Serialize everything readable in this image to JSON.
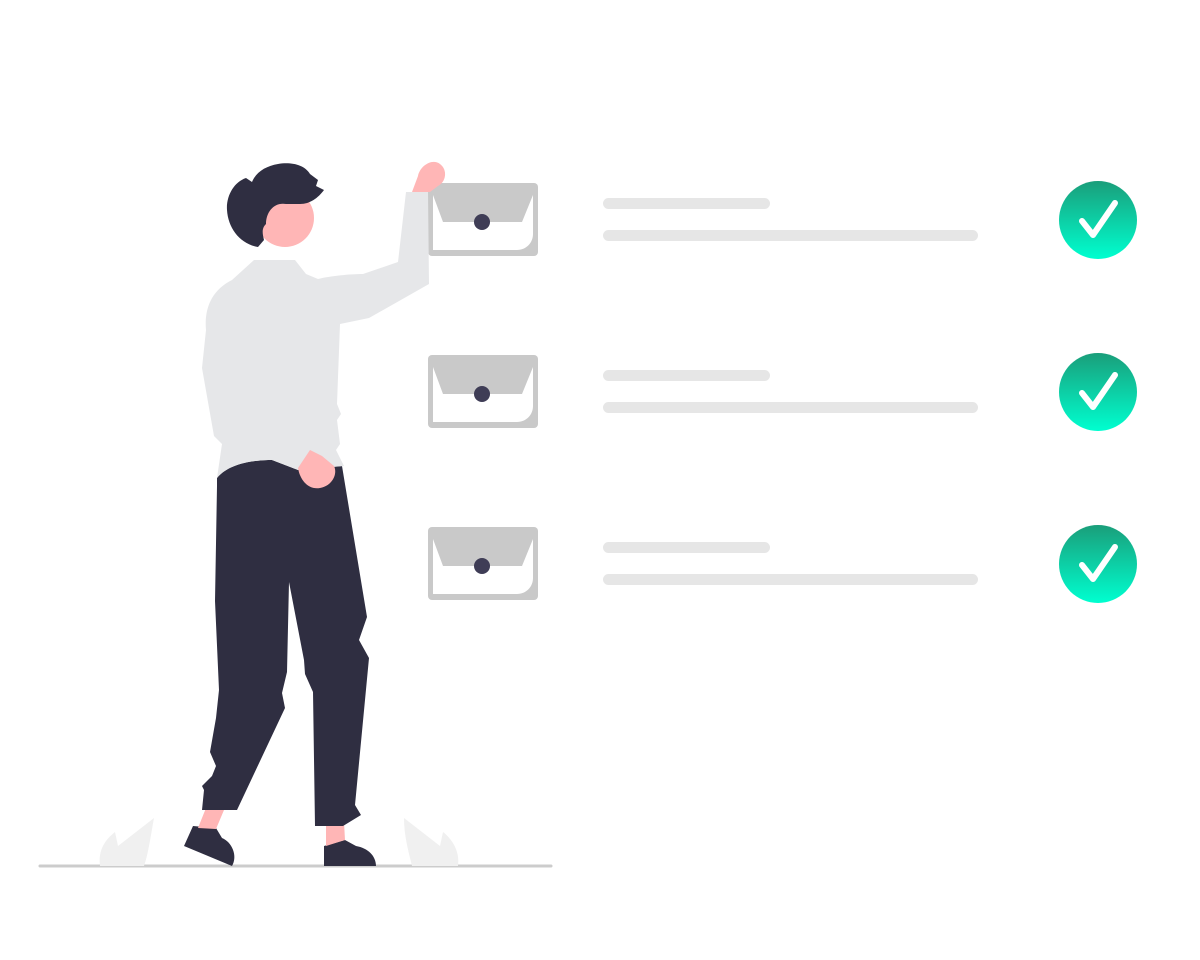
{
  "colors": {
    "skin": "#ffb6b6",
    "hair": "#2f2e41",
    "pants": "#2f2e41",
    "shirt": "#e6e7e9",
    "drawer_frame": "#c9c9c9",
    "drawer_face": "#ffffff",
    "drawer_knob": "#3f3d56",
    "text_line": "#e6e6e6",
    "ground_line": "#cccccc",
    "plant": "#f0f0f0",
    "check_gradient_start": "#1a9e7a",
    "check_gradient_end": "#00ffd0",
    "check_mark": "#ffffff"
  },
  "checklist": {
    "items": [
      {
        "id": "item-1",
        "completed": true,
        "drawer_icon": "drawer-icon",
        "status_icon": "check-circle-icon"
      },
      {
        "id": "item-2",
        "completed": true,
        "drawer_icon": "drawer-icon",
        "status_icon": "check-circle-icon"
      },
      {
        "id": "item-3",
        "completed": true,
        "drawer_icon": "drawer-icon",
        "status_icon": "check-circle-icon"
      }
    ]
  },
  "figure": {
    "icon": "person-illustration"
  }
}
